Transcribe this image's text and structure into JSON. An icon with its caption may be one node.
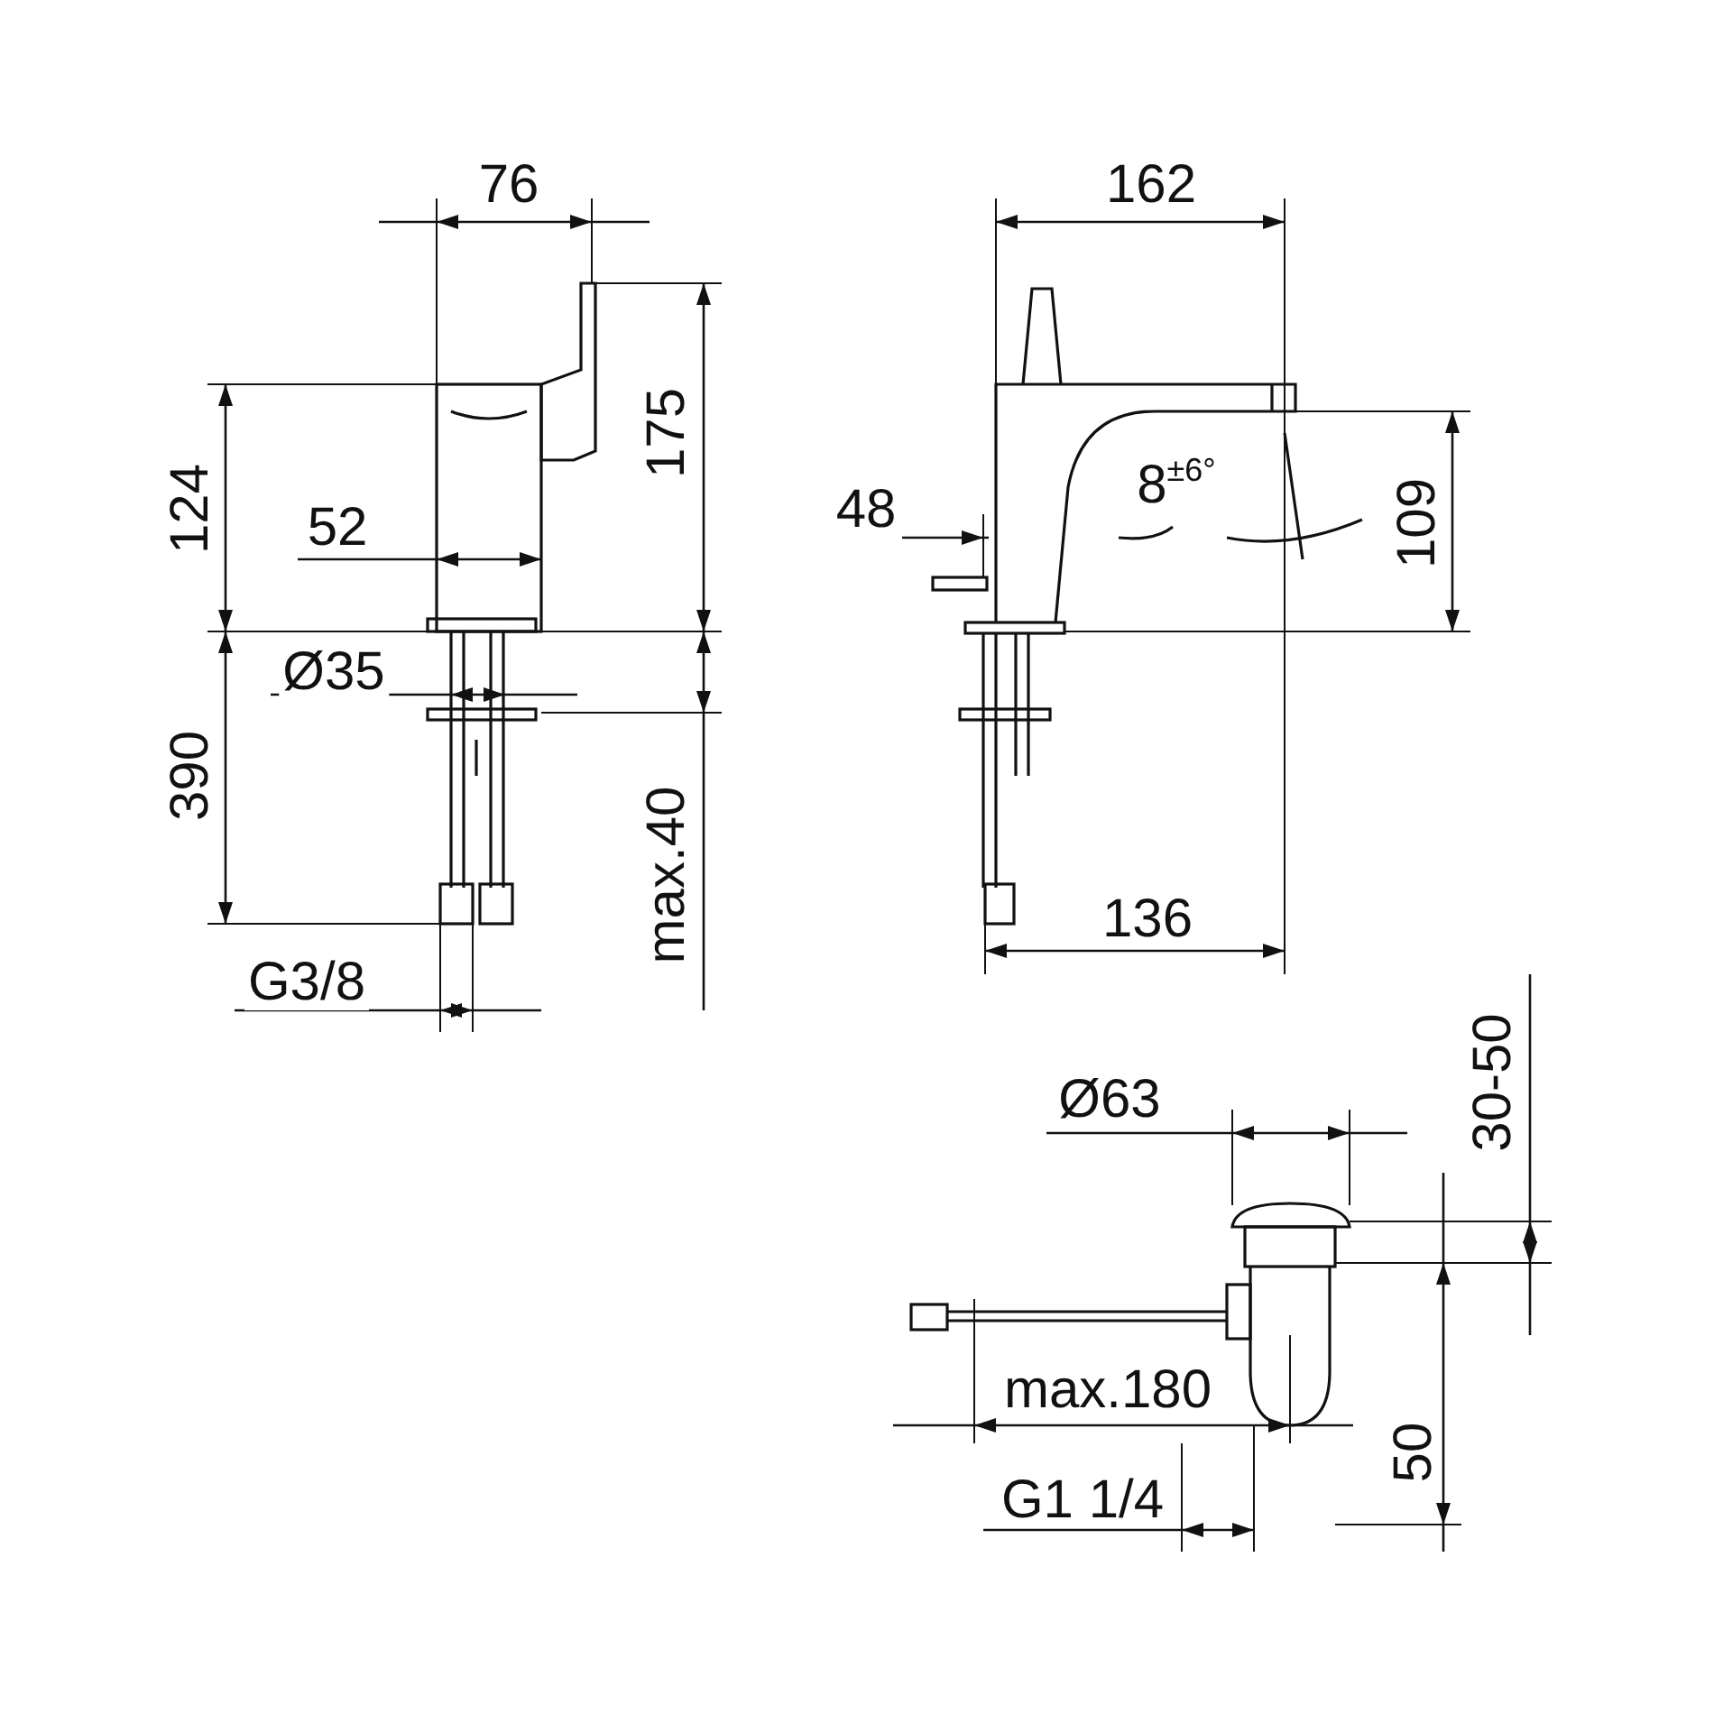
{
  "diagram": {
    "labels": [
      "76",
      "162",
      "124",
      "175",
      "52",
      "48",
      "8$^{±6°}$",
      "109",
      "Ø35",
      "390",
      "max.40",
      "136",
      "G3/8",
      "Ø63",
      "30-50",
      "max.180",
      "50",
      "G1 1/4"
    ]
  }
}
